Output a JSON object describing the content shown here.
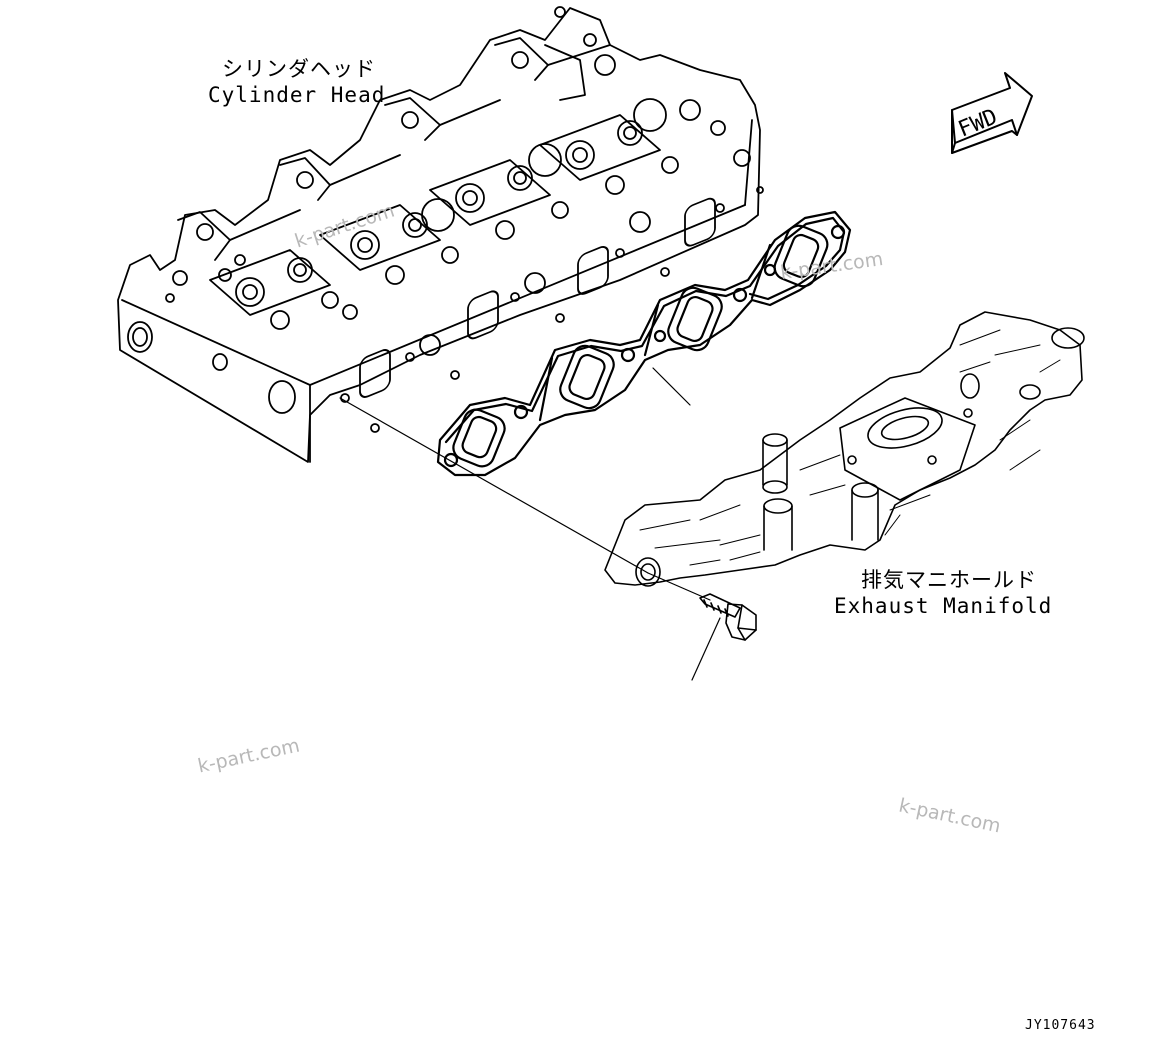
{
  "labels": {
    "cylinder_head_ja": "シリンダヘッド",
    "cylinder_head_en": "Cylinder Head",
    "exhaust_manifold_ja": "排気マニホールド",
    "exhaust_manifold_en": "Exhaust Manifold",
    "fwd": "FWD"
  },
  "watermark": "k-part.com",
  "drawing_code": "JY107643",
  "colors": {
    "line": "#000000",
    "watermark": "#b8b8b8",
    "background": "#ffffff"
  }
}
